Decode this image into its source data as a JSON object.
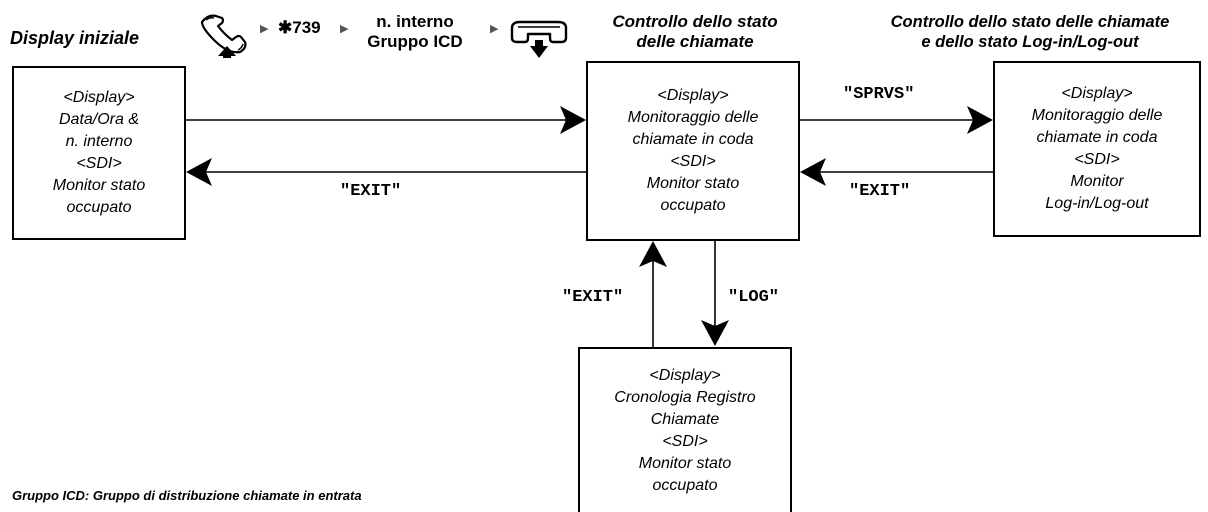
{
  "headers": {
    "initial": "Display iniziale",
    "call_status_line1": "Controllo dello stato",
    "call_status_line2": "delle chiamate",
    "login_status_line1": "Controllo dello stato delle chiamate",
    "login_status_line2": "e dello stato Log-in/Log-out"
  },
  "sequence": {
    "code": "✱739",
    "ext_line1": "n. interno",
    "ext_line2": "Gruppo ICD"
  },
  "boxes": {
    "initial": [
      "<Display>",
      "Data/Ora &",
      "n. interno",
      "<SDI>",
      "Monitor stato",
      "occupato"
    ],
    "call_status": [
      "<Display>",
      "Monitoraggio delle",
      "chiamate in coda",
      "<SDI>",
      "Monitor stato",
      "occupato"
    ],
    "login_status": [
      "<Display>",
      "Monitoraggio delle",
      "chiamate in coda",
      "<SDI>",
      "Monitor",
      "Log-in/Log-out"
    ],
    "call_log": [
      "<Display>",
      "Cronologia Registro",
      "Chiamate",
      "<SDI>",
      "Monitor stato",
      "occupato"
    ]
  },
  "commands": {
    "exit_left": "\"EXIT\"",
    "sprvs": "\"SPRVS\"",
    "exit_right": "\"EXIT\"",
    "exit_up": "\"EXIT\"",
    "log": "\"LOG\""
  },
  "footnote": "Gruppo ICD: Gruppo di distribuzione chiamate in entrata",
  "colors": {
    "stroke": "#000000",
    "triangle": "#555555"
  },
  "icons": [
    "handset-offhook-icon",
    "handset-onhook-icon"
  ]
}
